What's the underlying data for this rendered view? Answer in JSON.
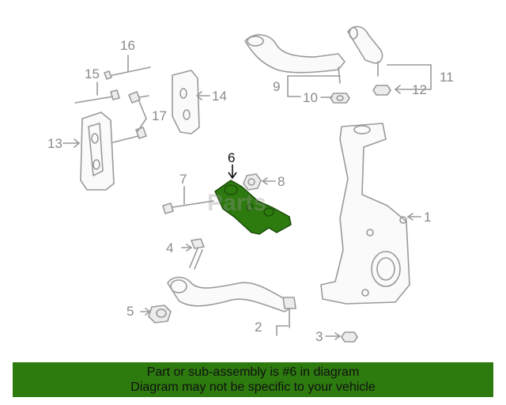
{
  "watermark_text": "Parts",
  "highlight_color": "#2d7a0f",
  "banner": {
    "line1": "Part or sub-assembly is #6 in diagram",
    "line2": "Diagram may not be specific to your vehicle"
  },
  "callouts": {
    "c1": "1",
    "c2": "2",
    "c3": "3",
    "c4": "4",
    "c5": "5",
    "c6": "6",
    "c7": "7",
    "c8": "8",
    "c9": "9",
    "c10": "10",
    "c11": "11",
    "c12": "12",
    "c13": "13",
    "c14": "14",
    "c15": "15",
    "c16": "16",
    "c17": "17"
  }
}
